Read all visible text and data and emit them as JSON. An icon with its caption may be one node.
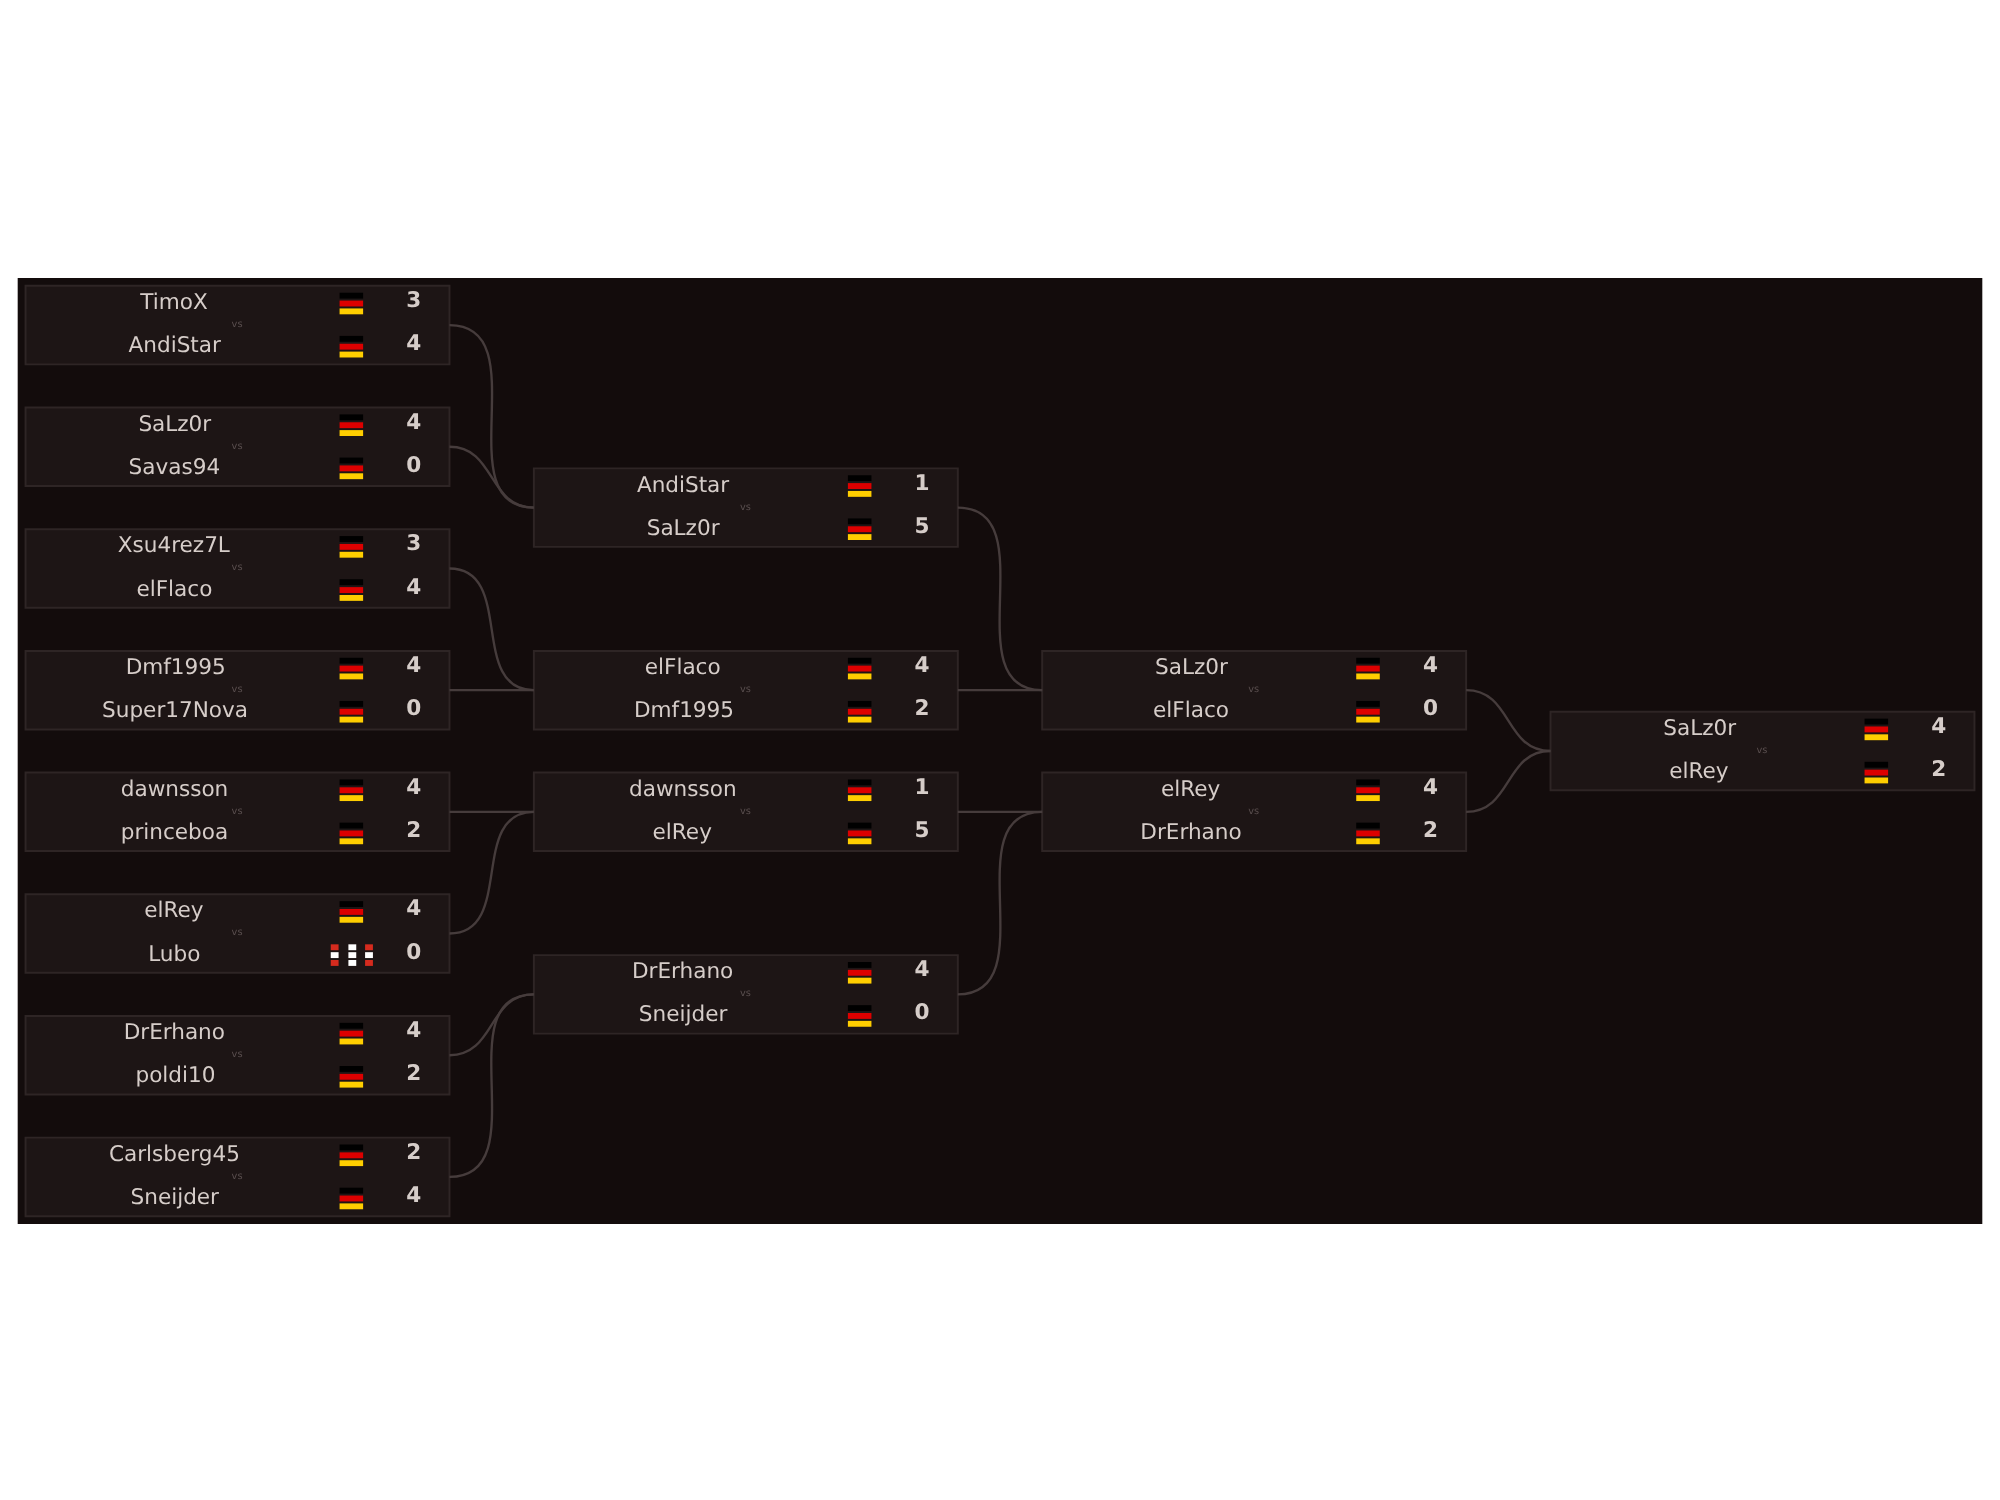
{
  "diagram": {
    "nodes": [
      {
        "text": [
          "TimoX",
          "3",
          "vs",
          "AndiStar",
          "4"
        ]
      },
      {
        "text": [
          "SaLz0r",
          "4",
          "vs",
          "Savas94",
          "0"
        ]
      },
      {
        "text": [
          "Xsu4rez7L",
          "3",
          "vs",
          "elFlaco",
          "4"
        ]
      },
      {
        "text": [
          "Dmf1995",
          "4",
          "vs",
          "Super17Nova",
          "0"
        ]
      },
      {
        "text": [
          "dawnsson",
          "4",
          "vs",
          "princeboa",
          "2"
        ]
      },
      {
        "text": [
          "elRey",
          "4",
          "vs",
          "Lubo",
          "0"
        ]
      },
      {
        "text": [
          "DrErhano",
          "4",
          "vs",
          "poldi10",
          "2"
        ]
      },
      {
        "text": [
          "Carlsberg45",
          "2",
          "vs",
          "Sneijder",
          "4"
        ]
      },
      {
        "text": [
          "AndiStar",
          "1",
          "vs",
          "SaLz0r",
          "5"
        ]
      },
      {
        "text": [
          "elFlaco",
          "4",
          "vs",
          "Dmf1995",
          "2"
        ]
      },
      {
        "text": [
          "dawnsson",
          "1",
          "vs",
          "elRey",
          "5"
        ]
      },
      {
        "text": [
          "DrErhano",
          "4",
          "vs",
          "Sneijder",
          "0"
        ]
      },
      {
        "text": [
          "SaLz0r",
          "4",
          "vs",
          "elFlaco",
          "0"
        ]
      },
      {
        "text": [
          "elRey",
          "4",
          "vs",
          "DrErhano",
          "2"
        ]
      },
      {
        "text": [
          "SaLz0r",
          "4",
          "vs",
          "elRey",
          "2"
        ]
      }
    ],
    "edges": [
      {
        "from": 0,
        "to": 8,
        "arrow": "none"
      },
      {
        "from": 1,
        "to": 8,
        "arrow": "none"
      },
      {
        "from": 2,
        "to": 9,
        "arrow": "none"
      },
      {
        "from": 3,
        "to": 9,
        "arrow": "none"
      },
      {
        "from": 4,
        "to": 10,
        "arrow": "none"
      },
      {
        "from": 5,
        "to": 10,
        "arrow": "none"
      },
      {
        "from": 6,
        "to": 11,
        "arrow": "none"
      },
      {
        "from": 7,
        "to": 11,
        "arrow": "none"
      },
      {
        "from": 8,
        "to": 12,
        "arrow": "none"
      },
      {
        "from": 9,
        "to": 12,
        "arrow": "none"
      },
      {
        "from": 10,
        "to": 13,
        "arrow": "none"
      },
      {
        "from": 11,
        "to": 13,
        "arrow": "none"
      },
      {
        "from": 12,
        "to": 14,
        "arrow": "none"
      },
      {
        "from": 13,
        "to": 14,
        "arrow": "none"
      }
    ]
  }
}
